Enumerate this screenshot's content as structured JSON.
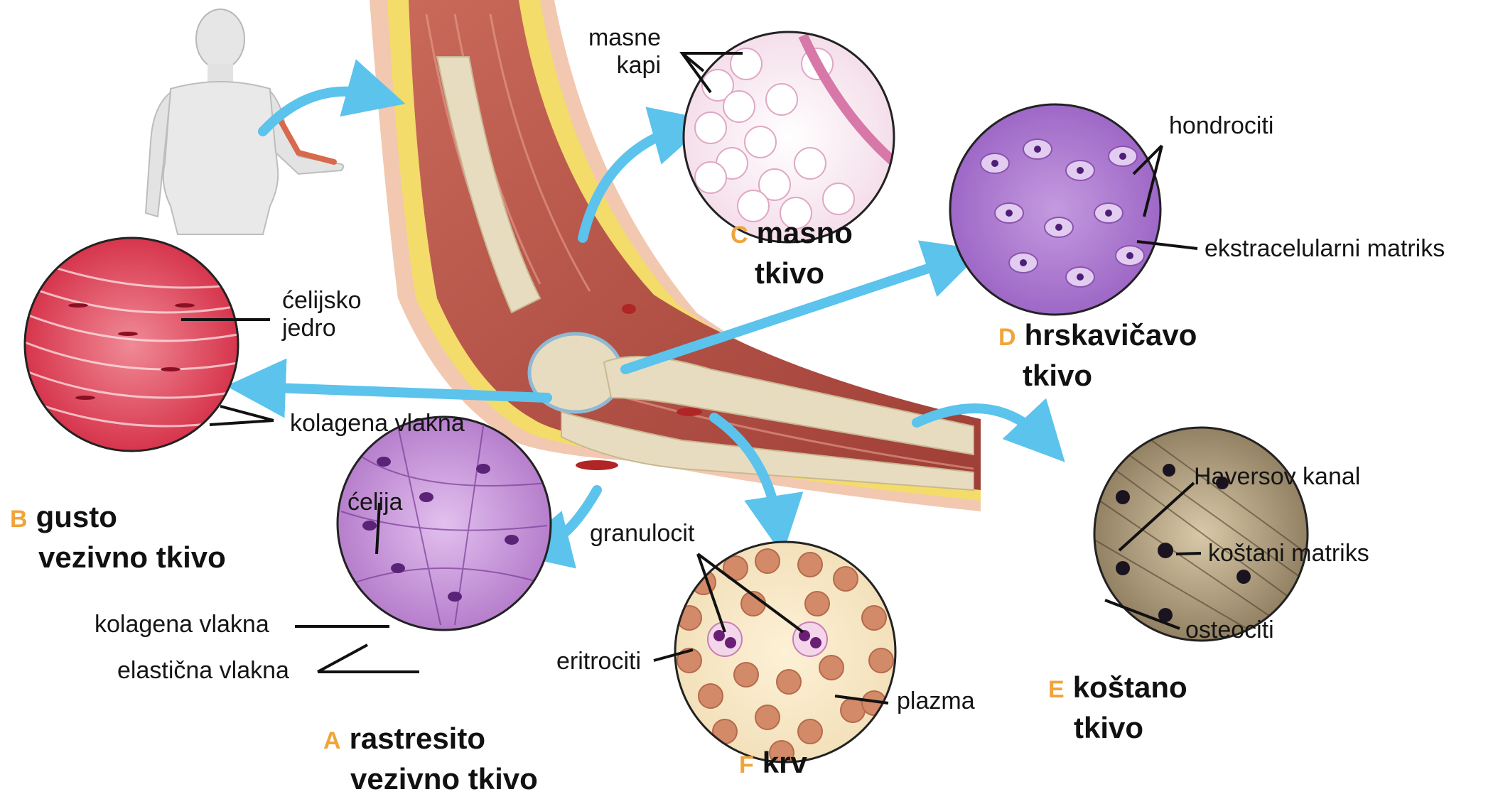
{
  "panels": {
    "A": {
      "letter": "A",
      "title_line1": "rastresito",
      "title_line2": "vezivno tkivo",
      "labels": {
        "cell": "ćelija",
        "collagen": "kolagena vlakna",
        "elastic": "elastična vlakna"
      }
    },
    "B": {
      "letter": "B",
      "title_line1": "gusto",
      "title_line2": "vezivno tkivo",
      "labels": {
        "nucleus_line1": "ćelijsko",
        "nucleus_line2": "jedro",
        "collagen": "kolagena vlakna"
      }
    },
    "C": {
      "letter": "C",
      "title_line1": "masno",
      "title_line2": "tkivo",
      "labels": {
        "fat_line1": "masne",
        "fat_line2": "kapi"
      }
    },
    "D": {
      "letter": "D",
      "title_line1": "hrskavičavo",
      "title_line2": "tkivo",
      "labels": {
        "chondrocytes": "hondrociti",
        "matrix": "ekstracelularni matriks"
      }
    },
    "E": {
      "letter": "E",
      "title_line1": "koštano",
      "title_line2": "tkivo",
      "labels": {
        "haversian": "Haversov kanal",
        "bone_matrix": "koštani matriks",
        "osteocytes": "osteociti"
      }
    },
    "F": {
      "letter": "F",
      "title_line1": "krv",
      "title_line2": "",
      "labels": {
        "granulocyte": "granulocit",
        "erythrocytes": "eritrociti",
        "plasma": "plazma"
      }
    }
  },
  "colors": {
    "arrow": "#5bc3ec",
    "letter_accent": "#f0a43a",
    "muscle": "#c05a4e",
    "fat": "#f3dc6a",
    "bone": "#e8dcc0",
    "skin": "#f2c8b0"
  }
}
